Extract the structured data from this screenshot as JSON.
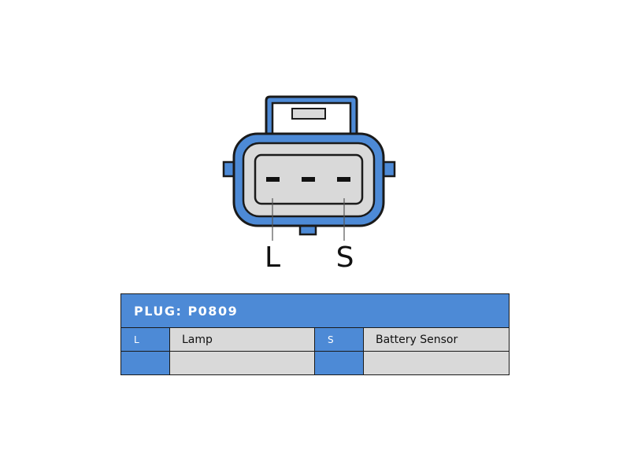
{
  "diagram": {
    "pin_labels": [
      "L",
      "S"
    ],
    "colors": {
      "housing": "#4d8ad6",
      "outline": "#1a1a1a",
      "inner": "#d9d9d9",
      "pin": "#111111"
    }
  },
  "table": {
    "header": "PLUG: P0809",
    "rows": [
      [
        {
          "code": "L",
          "desc": "Lamp"
        },
        {
          "code": "S",
          "desc": "Battery Sensor"
        }
      ],
      [
        {
          "code": "",
          "desc": ""
        },
        {
          "code": "",
          "desc": ""
        }
      ]
    ],
    "colors": {
      "header_bg": "#4d8ad6",
      "code_bg": "#4d8ad6",
      "desc_bg": "#d9d9d9"
    }
  }
}
